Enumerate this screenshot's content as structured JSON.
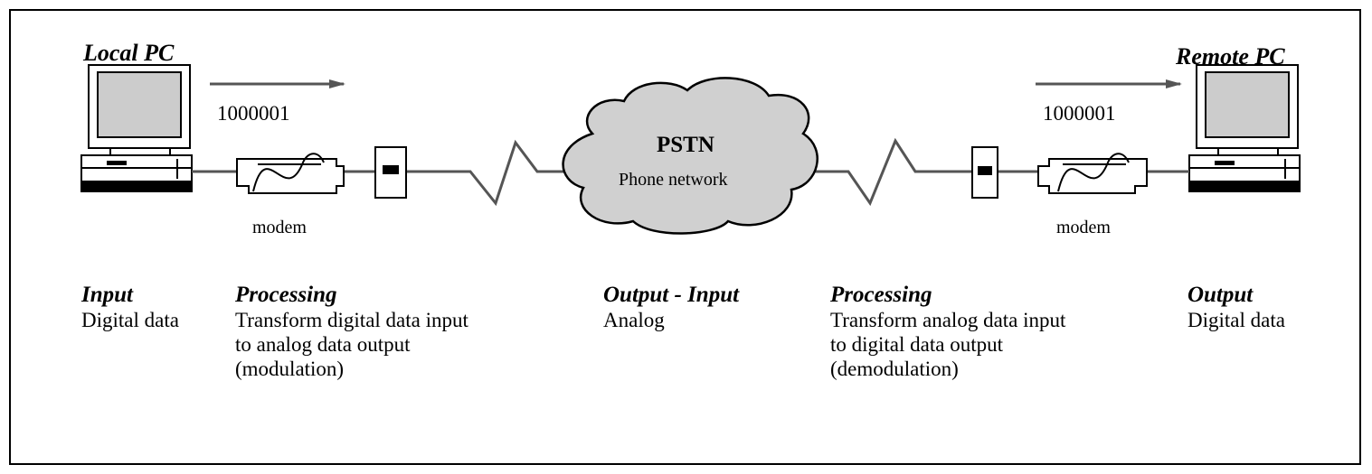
{
  "local_pc": {
    "label": "Local PC",
    "bits": "1000001",
    "modem_label": "modem"
  },
  "remote_pc": {
    "label": "Remote PC",
    "bits": "1000001",
    "modem_label": "modem"
  },
  "network": {
    "title": "PSTN",
    "subtitle": "Phone network"
  },
  "columns": [
    {
      "head": "Input",
      "lines": [
        "Digital data"
      ]
    },
    {
      "head": "Processing",
      "lines": [
        "Transform digital data input",
        "to analog data output",
        "(modulation)"
      ]
    },
    {
      "head": "Output - Input",
      "lines": [
        "Analog"
      ]
    },
    {
      "head": "Processing",
      "lines": [
        "Transform analog data input",
        "to digital data output",
        "(demodulation)"
      ]
    },
    {
      "head": "Output",
      "lines": [
        "Digital data"
      ]
    }
  ],
  "colors": {
    "line": "#555555",
    "cloud_fill": "#d0d0d0",
    "screen_fill": "#cccccc"
  }
}
